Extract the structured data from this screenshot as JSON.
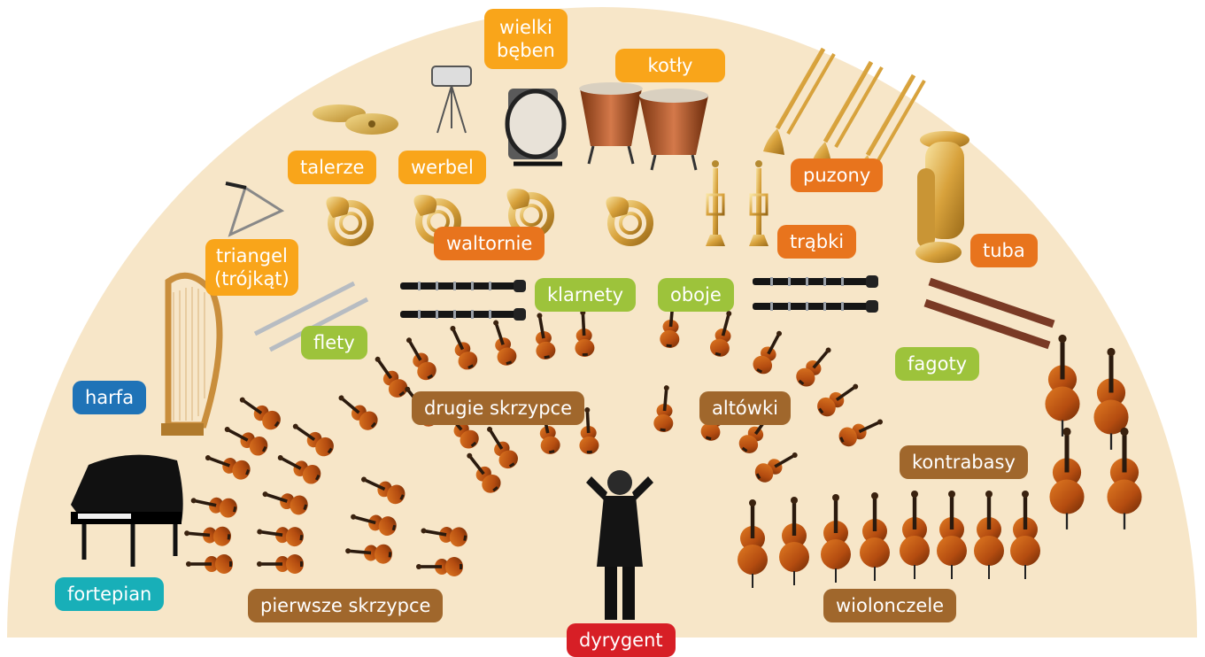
{
  "colors": {
    "stage": "#f7e6c8",
    "percussion": "#f9a51a",
    "brass": "#e8741d",
    "woodwind": "#9dc33b",
    "strings": "#a0672c",
    "harp": "#1f73b7",
    "piano": "#18afb8",
    "conductor": "#d71f26"
  },
  "labels": {
    "wielki_line1": "wielki",
    "wielki_line2": "bęben",
    "kotly": "kotły",
    "talerze": "talerze",
    "werbel": "werbel",
    "puzony": "puzony",
    "waltornie": "waltornie",
    "trabki": "trąbki",
    "tuba": "tuba",
    "triangel_line1": "triangel",
    "triangel_line2": "(trójkąt)",
    "klarnety": "klarnety",
    "oboje": "oboje",
    "flety": "flety",
    "fagoty": "fagoty",
    "harfa": "harfa",
    "drugie_skrzypce": "drugie skrzypce",
    "altowki": "altówki",
    "kontrabasy": "kontrabasy",
    "fortepian": "fortepian",
    "pierwsze_skrzypce": "pierwsze skrzypce",
    "wiolonczele": "wiolonczele",
    "dyrygent": "dyrygent"
  },
  "icons": [
    "cymbals-icon",
    "snare-drum-icon",
    "bass-drum-icon",
    "timpani-icon",
    "trombone-icon",
    "tuba-icon",
    "trumpet-icon",
    "french-horn-icon",
    "triangle-icon",
    "clarinet-icon",
    "oboe-icon",
    "flute-icon",
    "bassoon-icon",
    "harp-icon",
    "grand-piano-icon",
    "violin-icon",
    "viola-icon",
    "cello-icon",
    "double-bass-icon",
    "conductor-icon"
  ]
}
